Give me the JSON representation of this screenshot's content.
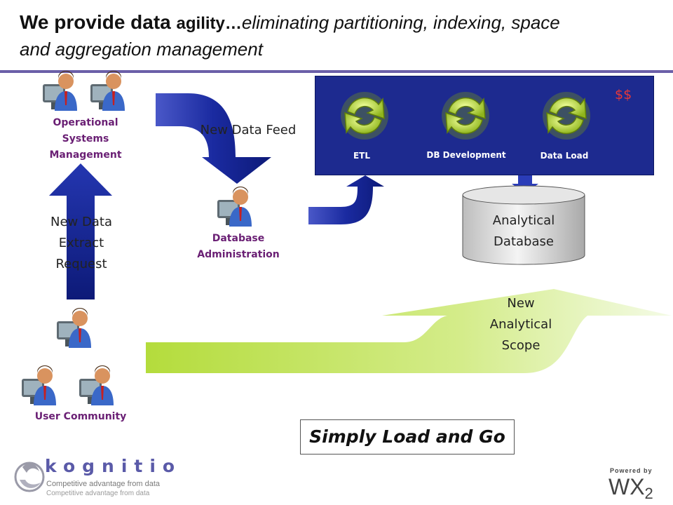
{
  "title": {
    "bold": "We provide data ",
    "bold_small": "agility…",
    "italic_line1": "eliminating partitioning, indexing, space",
    "italic_line2": "and aggregation management"
  },
  "actors": {
    "operational": [
      "Operational",
      "Systems",
      "Management"
    ],
    "dba": [
      "Database",
      "Administration"
    ],
    "users": "User Community"
  },
  "flows": {
    "new_data_feed": "New Data Feed",
    "extract_request": [
      "New Data",
      "Extract",
      "Request"
    ],
    "new_scope": [
      "New",
      "Analytical",
      "Scope"
    ]
  },
  "pipeline": {
    "price": "$$",
    "steps": [
      "ETL",
      "DB Development",
      "Data Load"
    ]
  },
  "database": [
    "Analytical",
    "Database"
  ],
  "slogan": "Simply Load and Go",
  "logos": {
    "kognitio_name": "kognitio",
    "kognitio_tagline": "Competitive advantage from data",
    "kognitio_tagline_reflection": "Competitive advantage from data",
    "powered_by": "Powered by",
    "wx2_main": "WX",
    "wx2_sub": "2"
  },
  "colors": {
    "accent_rule": "#6b5fa8",
    "arrow_blue": "#1a2aa0",
    "pipeline_blue": "#1d2a8f",
    "lime": "#a8d23a",
    "label_purple": "#6a1f74",
    "price_red": "#e83838"
  }
}
